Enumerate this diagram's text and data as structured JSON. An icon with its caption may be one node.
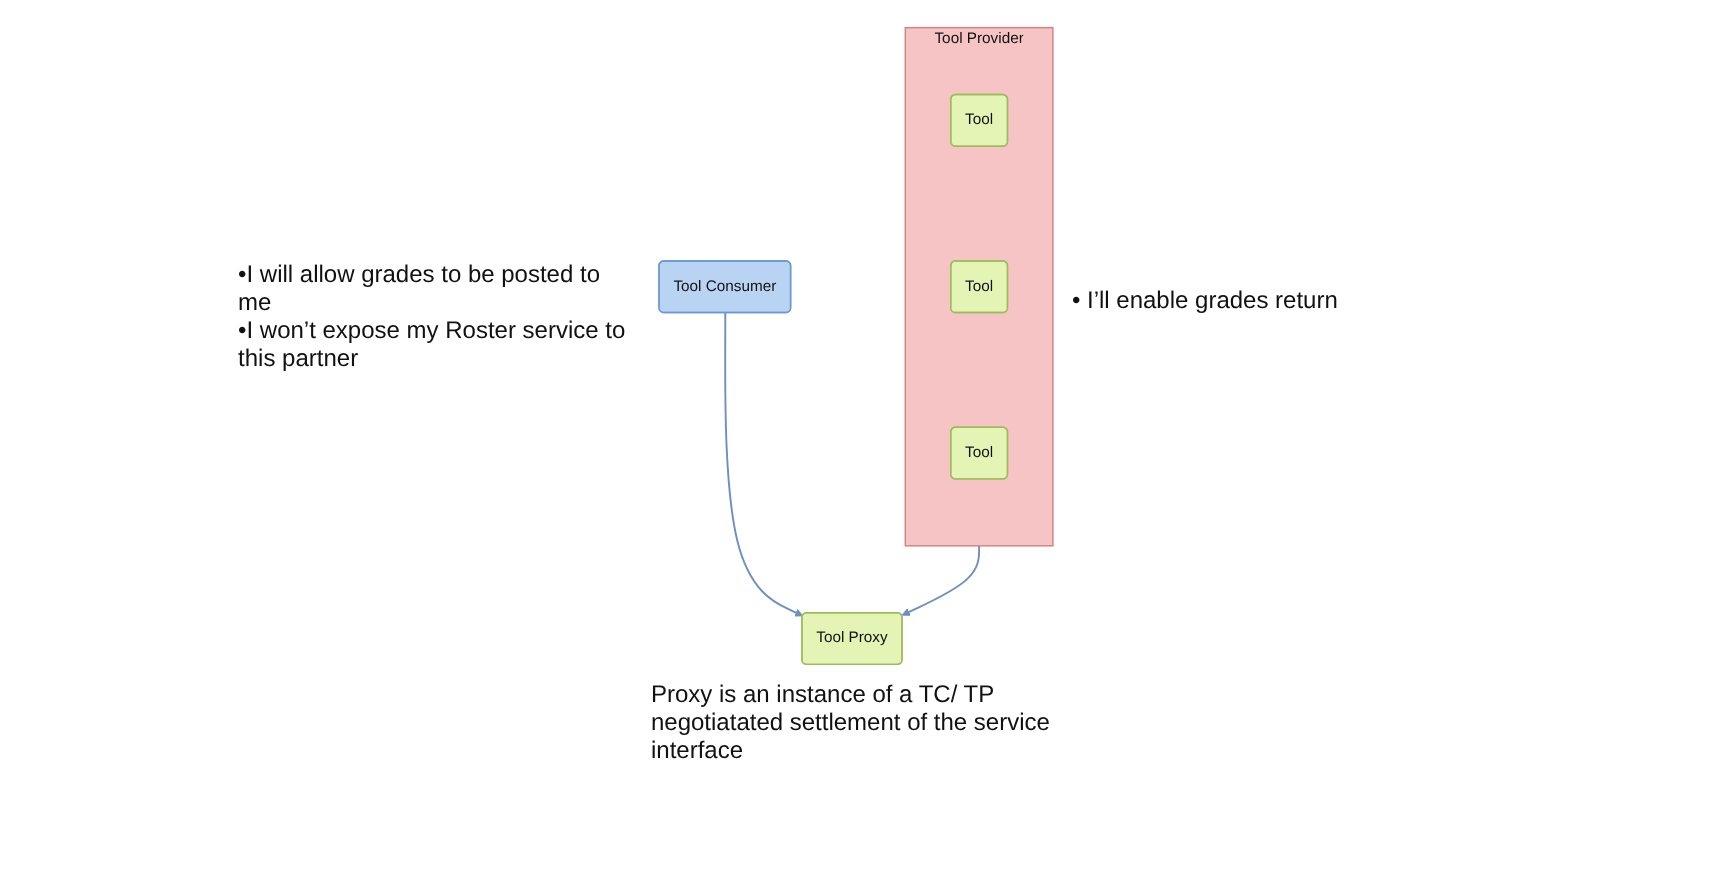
{
  "diagram": {
    "nodes": [
      {
        "text": [
          "Tool Consumer"
        ],
        "beside": [
          "•I will allow grades to be posted to me",
          "•I won’t expose my Roster service to this partner"
        ]
      },
      {
        "text": [
          "Tool Provider"
        ],
        "beside": [
          "• I’ll enable grades return"
        ]
      },
      {
        "text": [
          "Tool"
        ],
        "in": 1
      },
      {
        "text": [
          "Tool"
        ],
        "in": 1
      },
      {
        "text": [
          "Tool"
        ],
        "in": 1
      },
      {
        "text": [
          "Tool Proxy"
        ],
        "beside": [
          "Proxy is an instance of a TC/ TP negotiatated settlement of the service interface"
        ]
      }
    ],
    "edges": [
      {
        "from": 0,
        "to": 5,
        "arrow": "to"
      },
      {
        "from": 1,
        "to": 5,
        "arrow": "to"
      }
    ]
  }
}
